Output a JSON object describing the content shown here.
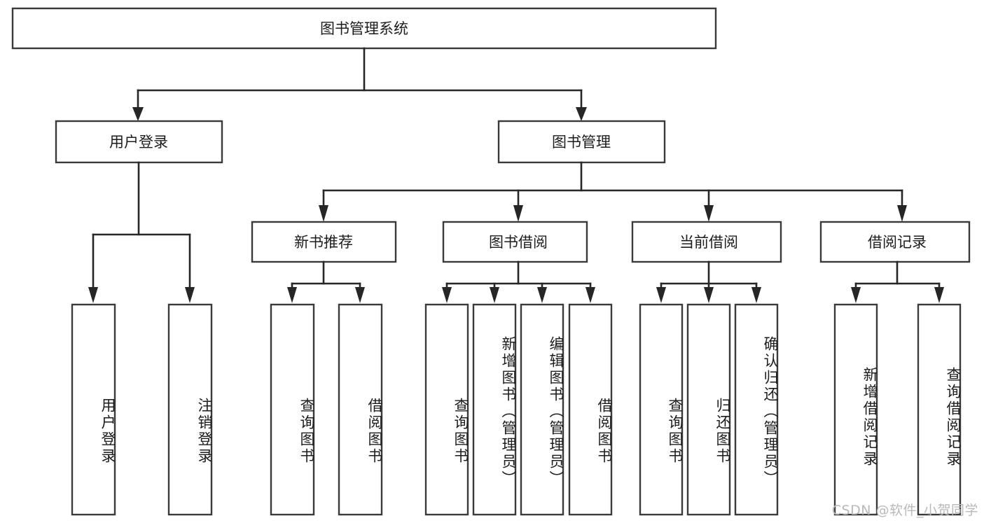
{
  "diagram": {
    "title": "图书管理系统",
    "type": "tree",
    "orientation": "top-down",
    "colors": {
      "box_stroke": "#3a3a3a",
      "box_fill": "#ffffff",
      "connector": "#262626",
      "text": "#1c1c1c",
      "watermark": "#b9b9b9",
      "background": "#ffffff"
    },
    "root": {
      "id": "root",
      "label": "图书管理系统",
      "orientation": "horizontal"
    },
    "level2": [
      {
        "id": "user-login",
        "label": "用户登录",
        "orientation": "horizontal"
      },
      {
        "id": "book-manage",
        "label": "图书管理",
        "orientation": "horizontal"
      }
    ],
    "level3": [
      {
        "id": "new-book-recommend",
        "label": "新书推荐",
        "orientation": "horizontal",
        "parent": "book-manage"
      },
      {
        "id": "book-borrow",
        "label": "图书借阅",
        "orientation": "horizontal",
        "parent": "book-manage"
      },
      {
        "id": "current-borrow",
        "label": "当前借阅",
        "orientation": "horizontal",
        "parent": "book-manage"
      },
      {
        "id": "borrow-record",
        "label": "借阅记录",
        "orientation": "horizontal",
        "parent": "book-manage"
      }
    ],
    "leaves": [
      {
        "id": "leaf-user-login",
        "label": "用户登录",
        "parent": "user-login",
        "orientation": "vertical"
      },
      {
        "id": "leaf-user-logout",
        "label": "注销登录",
        "parent": "user-login",
        "orientation": "vertical"
      },
      {
        "id": "leaf-query-book-1",
        "label": "查询图书",
        "parent": "new-book-recommend",
        "orientation": "vertical"
      },
      {
        "id": "leaf-borrow-book-1",
        "label": "借阅图书",
        "parent": "new-book-recommend",
        "orientation": "vertical"
      },
      {
        "id": "leaf-query-book-2",
        "label": "查询图书",
        "parent": "book-borrow",
        "orientation": "vertical"
      },
      {
        "id": "leaf-add-book",
        "label": "新增图书（管理员）",
        "parent": "book-borrow",
        "orientation": "vertical"
      },
      {
        "id": "leaf-edit-book",
        "label": "编辑图书（管理员）",
        "parent": "book-borrow",
        "orientation": "vertical"
      },
      {
        "id": "leaf-borrow-book-2",
        "label": "借阅图书",
        "parent": "book-borrow",
        "orientation": "vertical"
      },
      {
        "id": "leaf-query-book-3",
        "label": "查询图书",
        "parent": "current-borrow",
        "orientation": "vertical"
      },
      {
        "id": "leaf-return-book",
        "label": "归还图书",
        "parent": "current-borrow",
        "orientation": "vertical"
      },
      {
        "id": "leaf-confirm-return",
        "label": "确认归还（管理员）",
        "parent": "current-borrow",
        "orientation": "vertical"
      },
      {
        "id": "leaf-add-record",
        "label": "新增借阅记录",
        "parent": "borrow-record",
        "orientation": "vertical"
      },
      {
        "id": "leaf-query-record",
        "label": "查询借阅记录",
        "parent": "borrow-record",
        "orientation": "vertical"
      }
    ],
    "watermark": "CSDN @软件_小贺同学"
  }
}
